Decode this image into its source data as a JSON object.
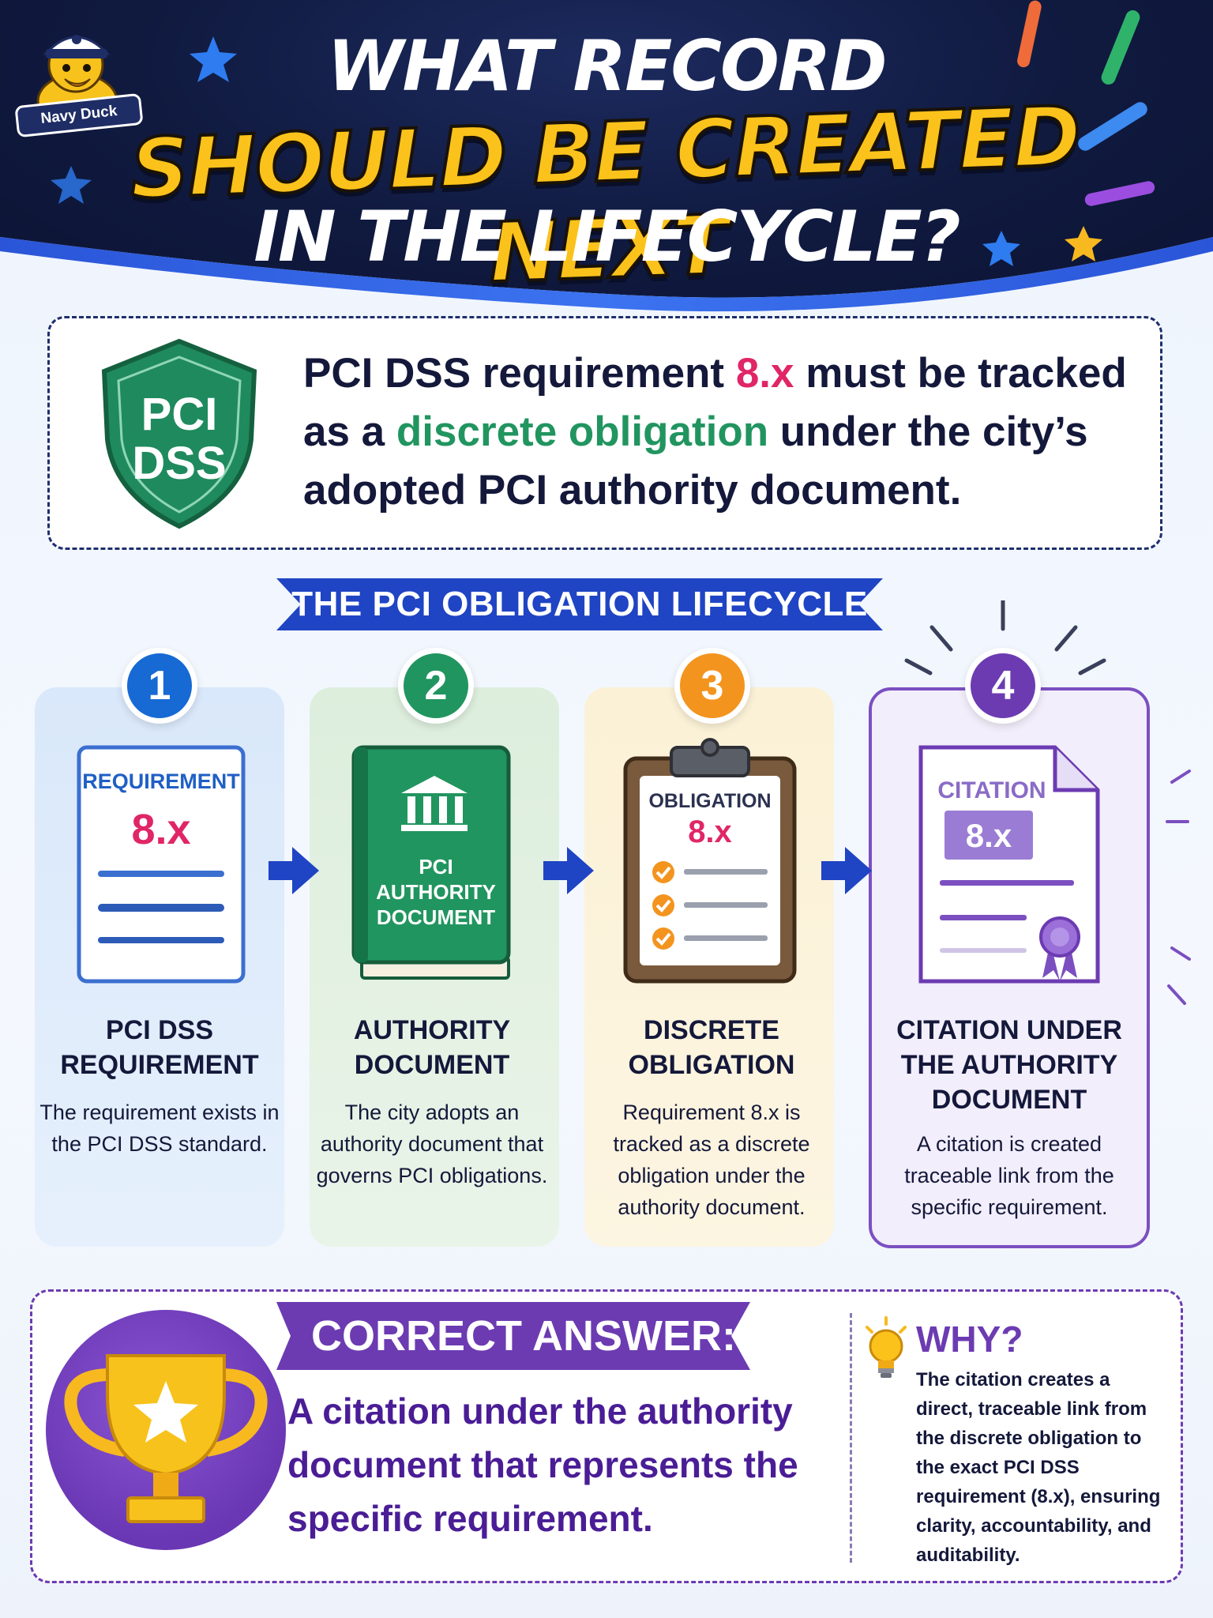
{
  "header": {
    "title_line1": "WHAT RECORD",
    "title_line2": "SHOULD BE CREATED NEXT",
    "title_line3": "IN THE LIFECYCLE?",
    "logo_text": "Navy Duck"
  },
  "statement": {
    "shield_line1": "PCI",
    "shield_line2": "DSS",
    "part1": "PCI DSS requirement ",
    "highlight1": "8.x",
    "part2": " must be tracked as a ",
    "highlight2": "discrete obligation",
    "part3": " under the city’s adopted PCI authority document."
  },
  "lifecycle": {
    "banner": "THE PCI OBLIGATION LIFECYCLE",
    "steps": [
      {
        "number": "1",
        "icon_label": "REQUIREMENT",
        "icon_value": "8.x",
        "title": "PCI DSS REQUIREMENT",
        "description": "The requirement exists in the PCI DSS standard."
      },
      {
        "number": "2",
        "icon_label_line1": "PCI",
        "icon_label_line2": "AUTHORITY",
        "icon_label_line3": "DOCUMENT",
        "title": "AUTHORITY DOCUMENT",
        "description": "The city adopts an authority document that governs PCI obligations."
      },
      {
        "number": "3",
        "icon_label": "OBLIGATION",
        "icon_value": "8.x",
        "title": "DISCRETE OBLIGATION",
        "description": "Requirement 8.x is tracked as a discrete obligation under the authority document."
      },
      {
        "number": "4",
        "icon_label": "CITATION",
        "icon_value": "8.x",
        "title": "CITATION UNDER THE AUTHORITY DOCUMENT",
        "description": "A citation is created traceable link from the specific requirement."
      }
    ]
  },
  "answer": {
    "label": "CORRECT ANSWER:",
    "text": "A citation under the authority document that represents the specific requirement.",
    "why_title": "WHY?",
    "why_text": "The citation creates a direct, traceable link from the discrete obligation to the exact PCI DSS requirement (8.x), ensuring clarity, accountability, and auditability."
  },
  "colors": {
    "navy": "#101a3f",
    "yellow": "#fbc21b",
    "blue": "#1769d4",
    "green": "#21955f",
    "orange": "#f3941e",
    "purple": "#6c3bb2",
    "pink": "#e02667"
  },
  "icons": [
    "duck-mascot-icon",
    "shield-icon",
    "document-icon",
    "book-icon",
    "bank-building-icon",
    "clipboard-icon",
    "checkmark-icon",
    "certificate-icon",
    "ribbon-seal-icon",
    "arrow-right-icon",
    "trophy-icon",
    "star-icon",
    "lightbulb-icon"
  ]
}
